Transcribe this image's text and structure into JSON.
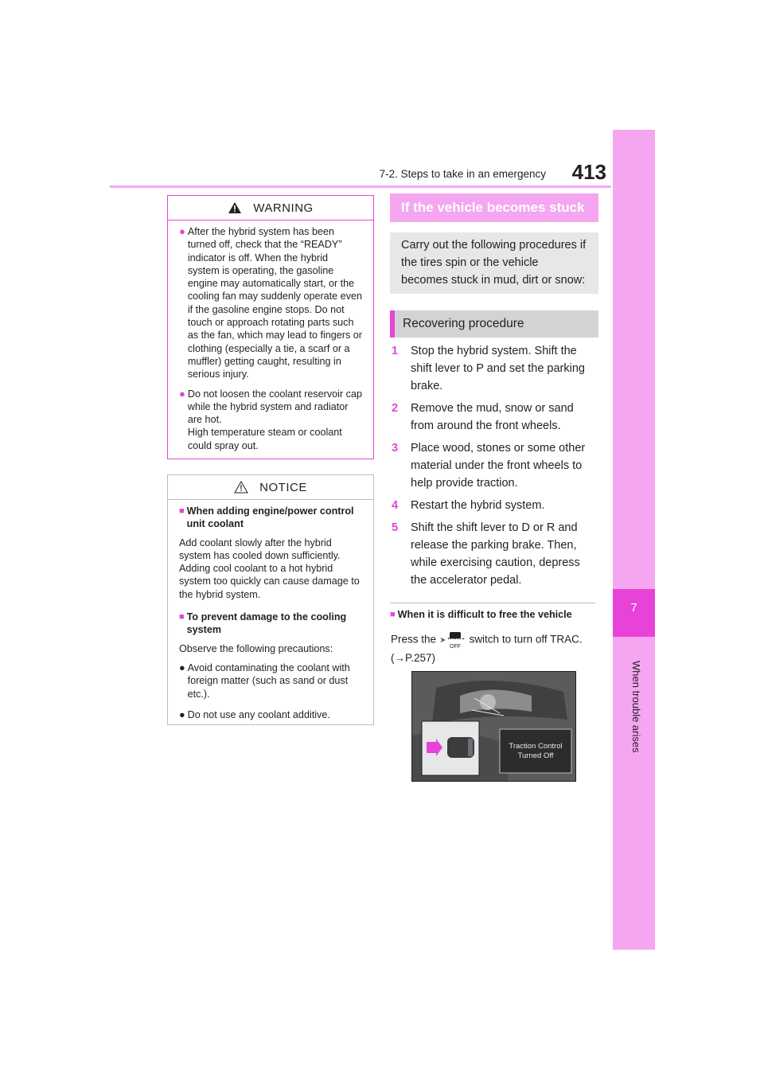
{
  "header": {
    "section": "7-2. Steps to take in an emergency",
    "page_number": "413"
  },
  "side_tab": {
    "chapter_number": "7",
    "chapter_title": "When trouble arises"
  },
  "warning": {
    "title": "WARNING",
    "bullets": [
      "After the hybrid system has been turned off, check that the “READY” indicator is off. When the hybrid system is operating, the gasoline engine may automatically start, or the cooling fan may suddenly operate even if the gasoline engine stops. Do not touch or approach rotating parts such as the fan, which may lead to fingers or clothing (especially a tie, a scarf or a muffler) getting caught, resulting in serious injury.",
      "Do not loosen the coolant reservoir cap while the hybrid system and radiator are hot.\nHigh temperature steam or coolant could spray out."
    ]
  },
  "notice": {
    "title": "NOTICE",
    "sub1": "When adding engine/power control unit coolant",
    "para1": "Add coolant slowly after the hybrid system has cooled down sufficiently. Adding cool coolant to a hot hybrid system too quickly can cause damage to the hybrid system.",
    "sub2": "To prevent damage to the cooling system",
    "para2": "Observe the following precautions:",
    "bullets": [
      "Avoid contaminating the coolant with foreign matter (such as sand or dust etc.).",
      "Do not use any coolant additive."
    ]
  },
  "stuck": {
    "heading": "If the vehicle becomes stuck",
    "intro": "Carry out the following procedures if the tires spin or the vehicle becomes stuck in mud, dirt or snow:",
    "procedure_title": "Recovering procedure",
    "steps": [
      {
        "num": "1",
        "text": "Stop the hybrid system. Shift the shift lever to P and set the parking brake."
      },
      {
        "num": "2",
        "text": "Remove the mud, snow or sand from around the front wheels."
      },
      {
        "num": "3",
        "text": "Place wood, stones or some other material under the front wheels to help provide traction."
      },
      {
        "num": "4",
        "text": "Restart the hybrid system."
      },
      {
        "num": "5",
        "text": "Shift the shift lever to D or R and release the parking brake. Then, while exercising caution, depress the accelerator pedal."
      }
    ],
    "difficult_title": "When it is difficult to free the vehicle",
    "press_before": "Press the",
    "press_after": "switch to turn off TRAC.",
    "ref": "(→P.257)",
    "icon_label": "OFF",
    "figure_label_1": "Traction Control",
    "figure_label_2": "Turned Off"
  }
}
